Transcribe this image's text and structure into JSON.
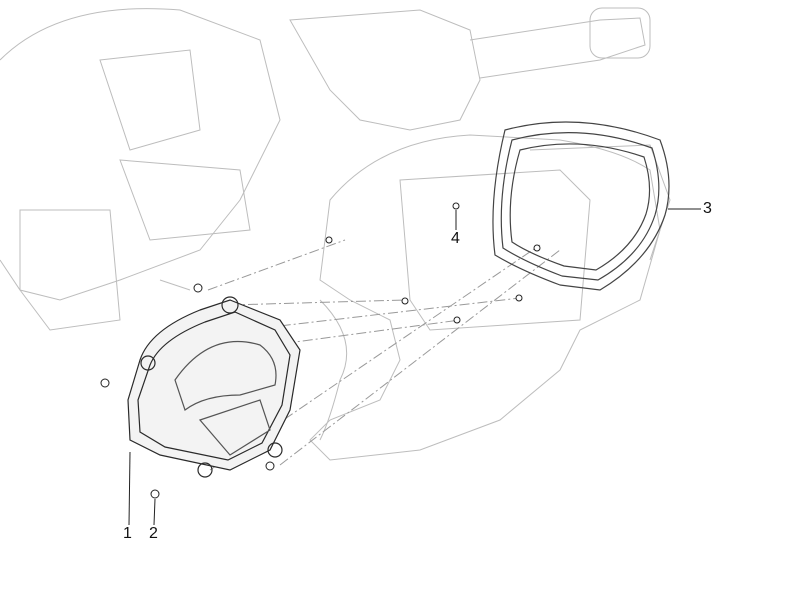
{
  "diagram": {
    "callouts": [
      {
        "id": "1"
      },
      {
        "id": "2"
      },
      {
        "id": "3"
      },
      {
        "id": "4"
      }
    ],
    "colors": {
      "linework": "#b8b8b8",
      "highlight": "#333333",
      "label": "#111111"
    }
  }
}
